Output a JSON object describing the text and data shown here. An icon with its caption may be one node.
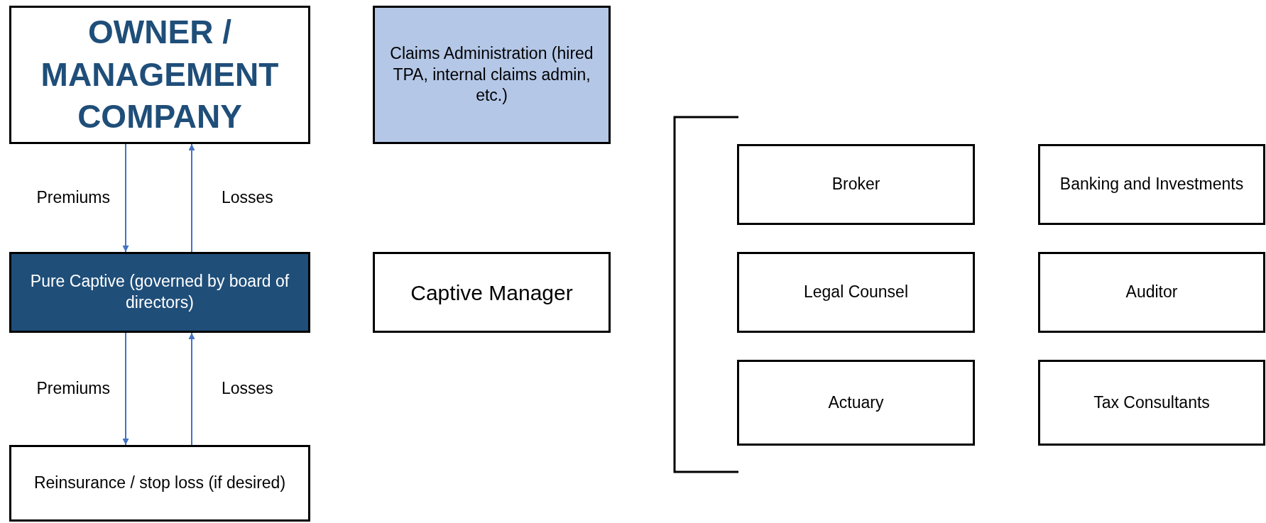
{
  "diagram": {
    "nodes": [
      {
        "text": [
          "OWNER / MANAGEMENT COMPANY"
        ]
      },
      {
        "text": [
          "Claims Administration (hired TPA, internal claims admin, etc.)"
        ]
      },
      {
        "text": [
          "Pure Captive (governed by board of directors)"
        ]
      },
      {
        "text": [
          "Captive Manager"
        ]
      },
      {
        "text": [
          "Reinsurance / stop loss (if desired)"
        ]
      },
      {
        "text": [
          "Broker"
        ]
      },
      {
        "text": [
          "Banking and Investments"
        ]
      },
      {
        "text": [
          "Legal Counsel"
        ]
      },
      {
        "text": [
          "Auditor"
        ]
      },
      {
        "text": [
          "Actuary"
        ]
      },
      {
        "text": [
          "Tax Consultants"
        ]
      }
    ],
    "edges": [
      {
        "from": 0,
        "to": 2,
        "arrow": "to",
        "label": "Premiums"
      },
      {
        "from": 2,
        "to": 0,
        "arrow": "to",
        "label": "Losses"
      },
      {
        "from": 2,
        "to": 4,
        "arrow": "to",
        "label": "Premiums"
      },
      {
        "from": 4,
        "to": 2,
        "arrow": "to",
        "label": "Losses"
      }
    ]
  }
}
